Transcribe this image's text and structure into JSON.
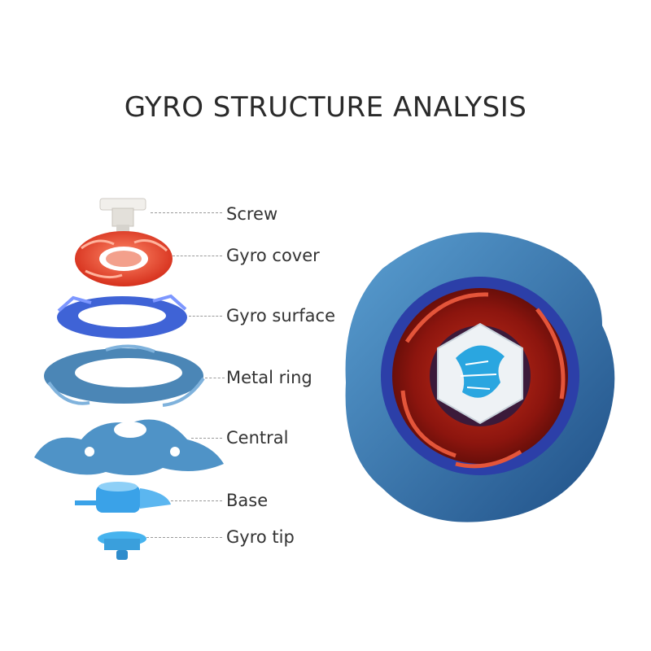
{
  "title": "GYRO STRUCTURE ANALYSIS",
  "parts": [
    {
      "label": "Screw",
      "color": "#e8e6e2"
    },
    {
      "label": "Gyro cover",
      "color": "#ee4a2e"
    },
    {
      "label": "Gyro surface",
      "color": "#3452c8"
    },
    {
      "label": "Metal ring",
      "color": "#4b86b6"
    },
    {
      "label": "Central",
      "color": "#4f93c7"
    },
    {
      "label": "Base",
      "color": "#3aa2e8"
    },
    {
      "label": "Gyro tip",
      "color": "#46b3ee"
    }
  ],
  "assembled_colors": {
    "ring": "#2f6fa6",
    "cover": "#b12012",
    "face": "#eef2f5",
    "emblem": "#2aa6e0"
  }
}
